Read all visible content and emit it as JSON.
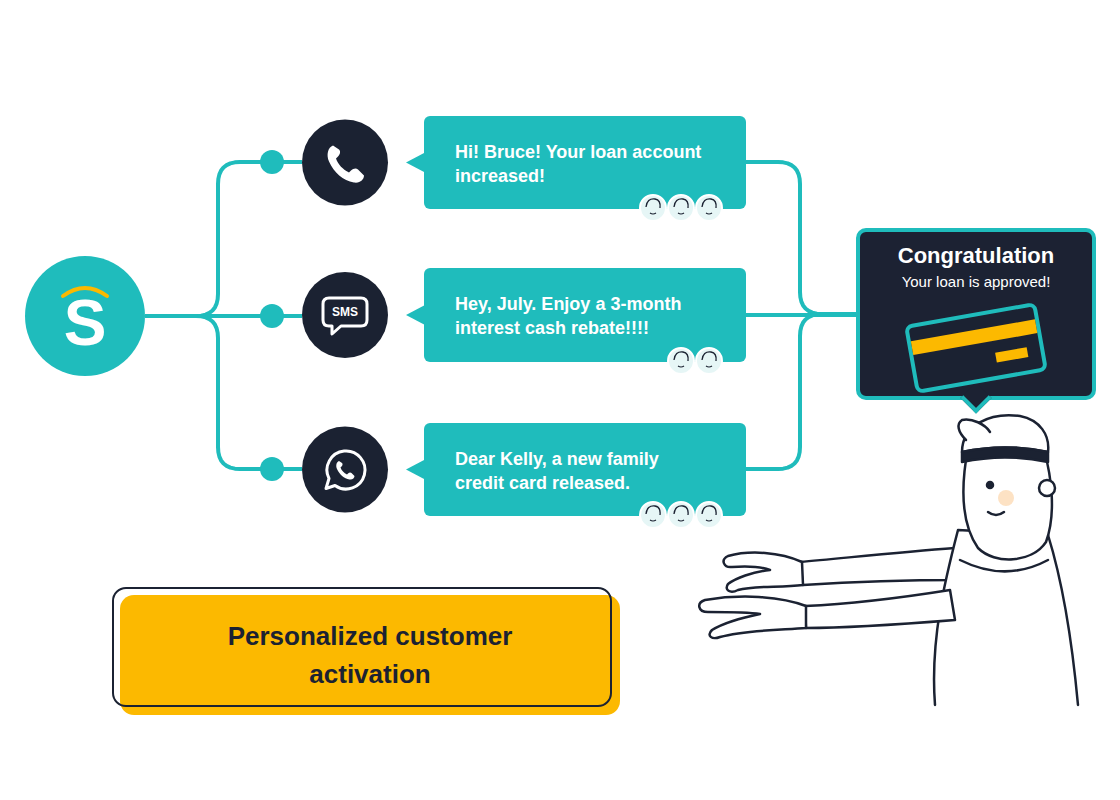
{
  "diagram": {
    "nodes": [
      {
        "text": [
          "S"
        ]
      },
      {
        "text": [
          "Hi! Bruce! Your loan account increased!"
        ]
      },
      {
        "text": [
          "Hey, July. Enjoy a 3-month interest cash rebate!!!!"
        ]
      },
      {
        "text": [
          "Dear Kelly, a new family credit card released."
        ]
      },
      {
        "text": [
          "Congratulation",
          "Your loan is approved!"
        ]
      },
      {
        "text": [
          "Personalized customer activation"
        ]
      }
    ],
    "edges": [
      {
        "from": 0,
        "to": 1,
        "arrow": "none"
      },
      {
        "from": 0,
        "to": 2,
        "arrow": "none"
      },
      {
        "from": 0,
        "to": 3,
        "arrow": "none"
      },
      {
        "from": 1,
        "to": 4,
        "arrow": "none"
      },
      {
        "from": 2,
        "to": 4,
        "arrow": "none"
      },
      {
        "from": 3,
        "to": 4,
        "arrow": "none"
      }
    ],
    "labels": [
      "SMS"
    ]
  }
}
